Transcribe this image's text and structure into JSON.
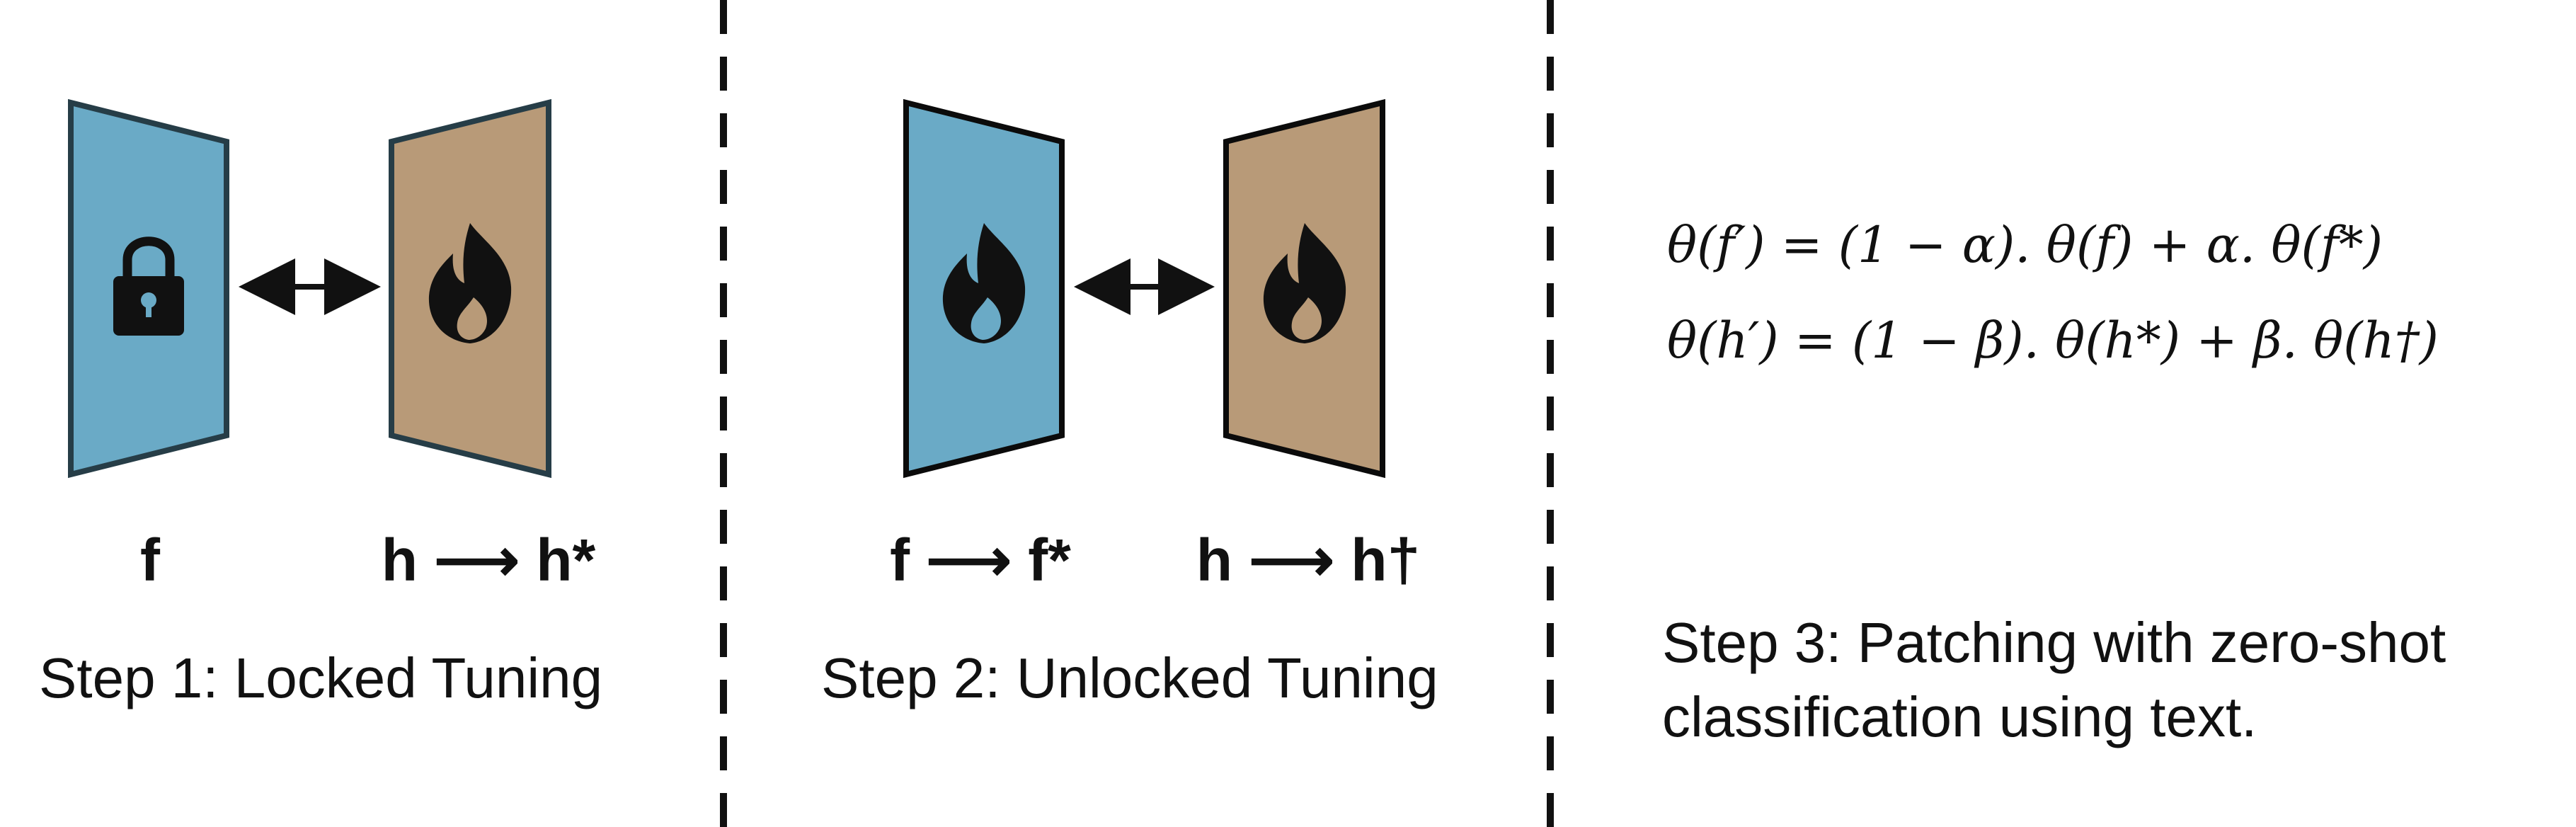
{
  "step1": {
    "caption": "Step 1: Locked Tuning",
    "left_label": "f",
    "right_label": "h ⟶ h*",
    "left_icon": "lock-icon",
    "right_icon": "flame-icon",
    "left_color": "#6aaac6",
    "right_color": "#b89a78",
    "left_border": "#263d47",
    "right_border": "#263d47"
  },
  "step2": {
    "caption": "Step 2: Unlocked Tuning",
    "left_label": "f ⟶ f*",
    "right_label": "h ⟶ h†",
    "left_icon": "flame-icon",
    "right_icon": "flame-icon",
    "left_color": "#6aaac6",
    "right_color": "#b89a78",
    "left_border": "#0b0b0b",
    "right_border": "#0b0b0b"
  },
  "step3": {
    "caption_line1": "Step 3: Patching with zero-shot",
    "caption_line2": "classification using text.",
    "equation1": "θ(f′) = (1 − α). θ(f) + α. θ(f*)",
    "equation2": "θ(h′) = (1 − β). θ(h*) + β. θ(h†)"
  },
  "colors": {
    "divider": "#111111",
    "arrow": "#111111",
    "icon": "#111111"
  }
}
